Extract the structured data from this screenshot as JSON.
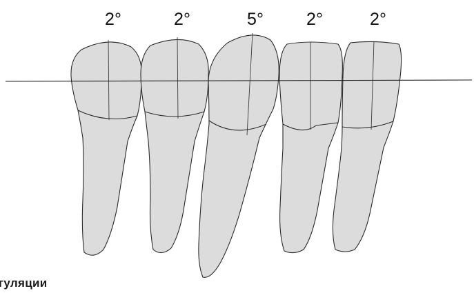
{
  "figure": {
    "teeth": [
      {
        "id": "tooth-1",
        "angle_label": "2°"
      },
      {
        "id": "tooth-2",
        "angle_label": "2°"
      },
      {
        "id": "tooth-3",
        "angle_label": "5°"
      },
      {
        "id": "tooth-4",
        "angle_label": "2°"
      },
      {
        "id": "tooth-5",
        "angle_label": "2°"
      }
    ],
    "caption_fragment": "гуляции"
  }
}
